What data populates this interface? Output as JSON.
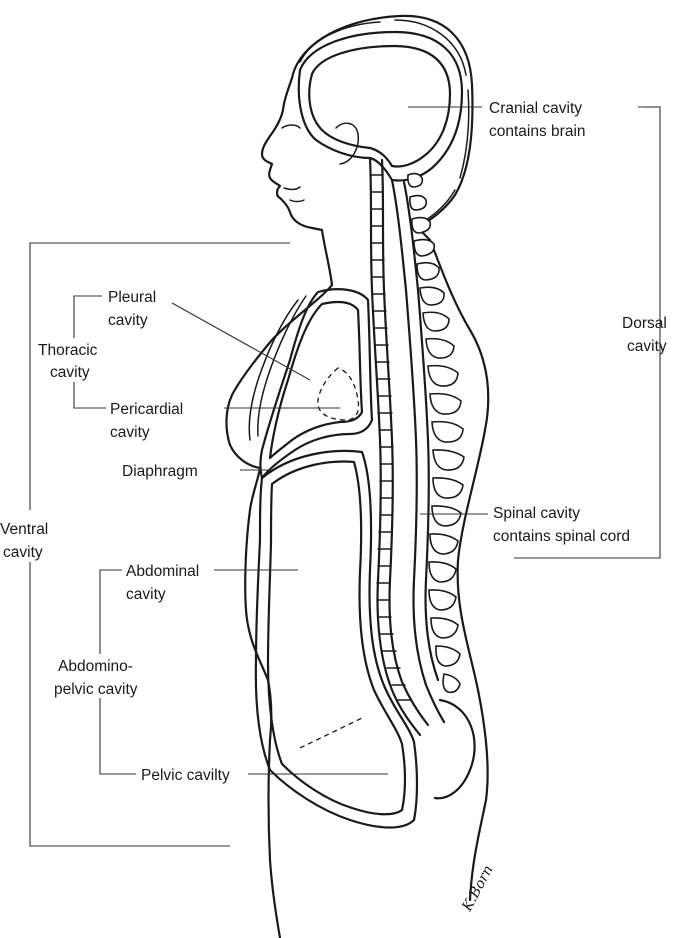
{
  "labels": {
    "cranial": [
      "Cranial cavity",
      "contains brain"
    ],
    "dorsal": [
      "Dorsal",
      "cavity"
    ],
    "spinal": [
      "Spinal cavity",
      "contains spinal cord"
    ],
    "ventral": [
      "Ventral",
      "cavity"
    ],
    "pleural": [
      "Pleural",
      "cavity"
    ],
    "thoracic": [
      "Thoracic",
      "cavity"
    ],
    "pericardial": [
      "Pericardial",
      "cavity"
    ],
    "diaphragm": [
      "Diaphragm"
    ],
    "abdominal": [
      "Abdominal",
      "cavity"
    ],
    "abdominopelvic": [
      "Abdomino-",
      "pelvic cavity"
    ],
    "pelvic": [
      "Pelvic cavilty"
    ]
  },
  "signature": "K.Born"
}
